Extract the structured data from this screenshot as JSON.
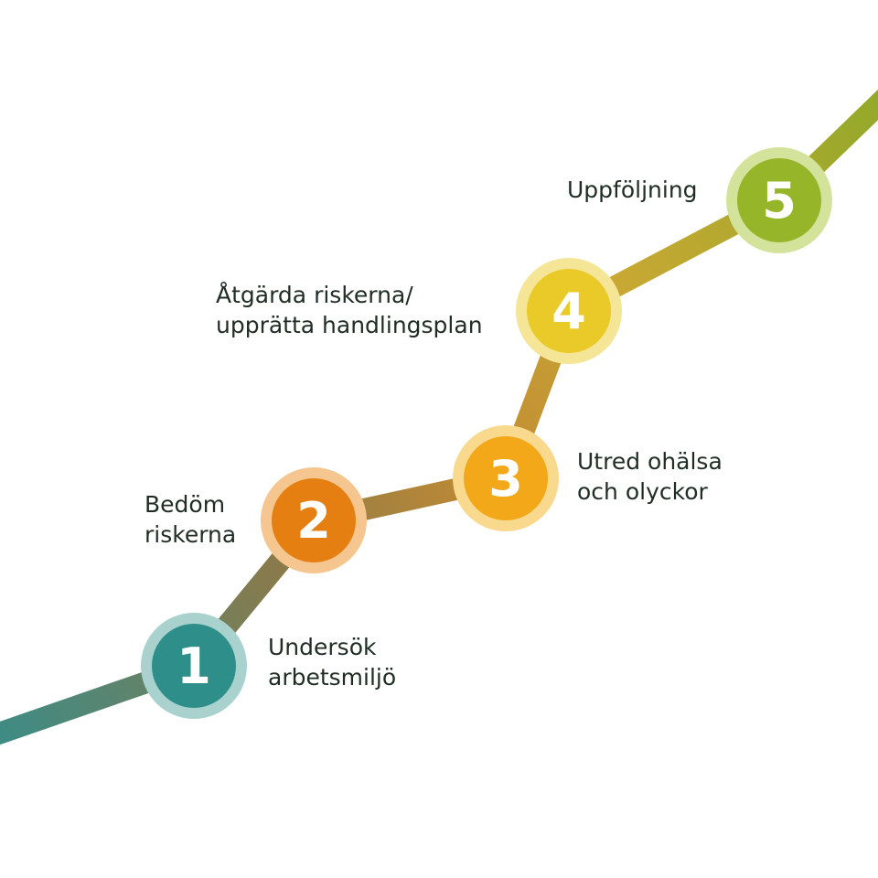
{
  "colors": {
    "teal": "#2e8f8a",
    "orange": "#e57f12",
    "amber": "#f2a818",
    "yellow": "#eaca28",
    "green": "#97b528",
    "text": "#1f2d24"
  },
  "steps": [
    {
      "number": "1",
      "label_lines": [
        "Undersök",
        "arbetsmiljö"
      ],
      "color": "#2e8f8a",
      "halo": "#a9d2cf"
    },
    {
      "number": "2",
      "label_lines": [
        "Bedöm",
        "riskerna"
      ],
      "color": "#e57f12",
      "halo": "#f6c690"
    },
    {
      "number": "3",
      "label_lines": [
        "Utred ohälsa",
        "och olyckor"
      ],
      "color": "#f2a818",
      "halo": "#f9d98e"
    },
    {
      "number": "4",
      "label_lines": [
        "Åtgärda riskerna/",
        "upprätta handlingsplan"
      ],
      "color": "#eaca28",
      "halo": "#f5e596"
    },
    {
      "number": "5",
      "label_lines": [
        "Uppföljning"
      ],
      "color": "#97b528",
      "halo": "#d3e39b"
    }
  ]
}
